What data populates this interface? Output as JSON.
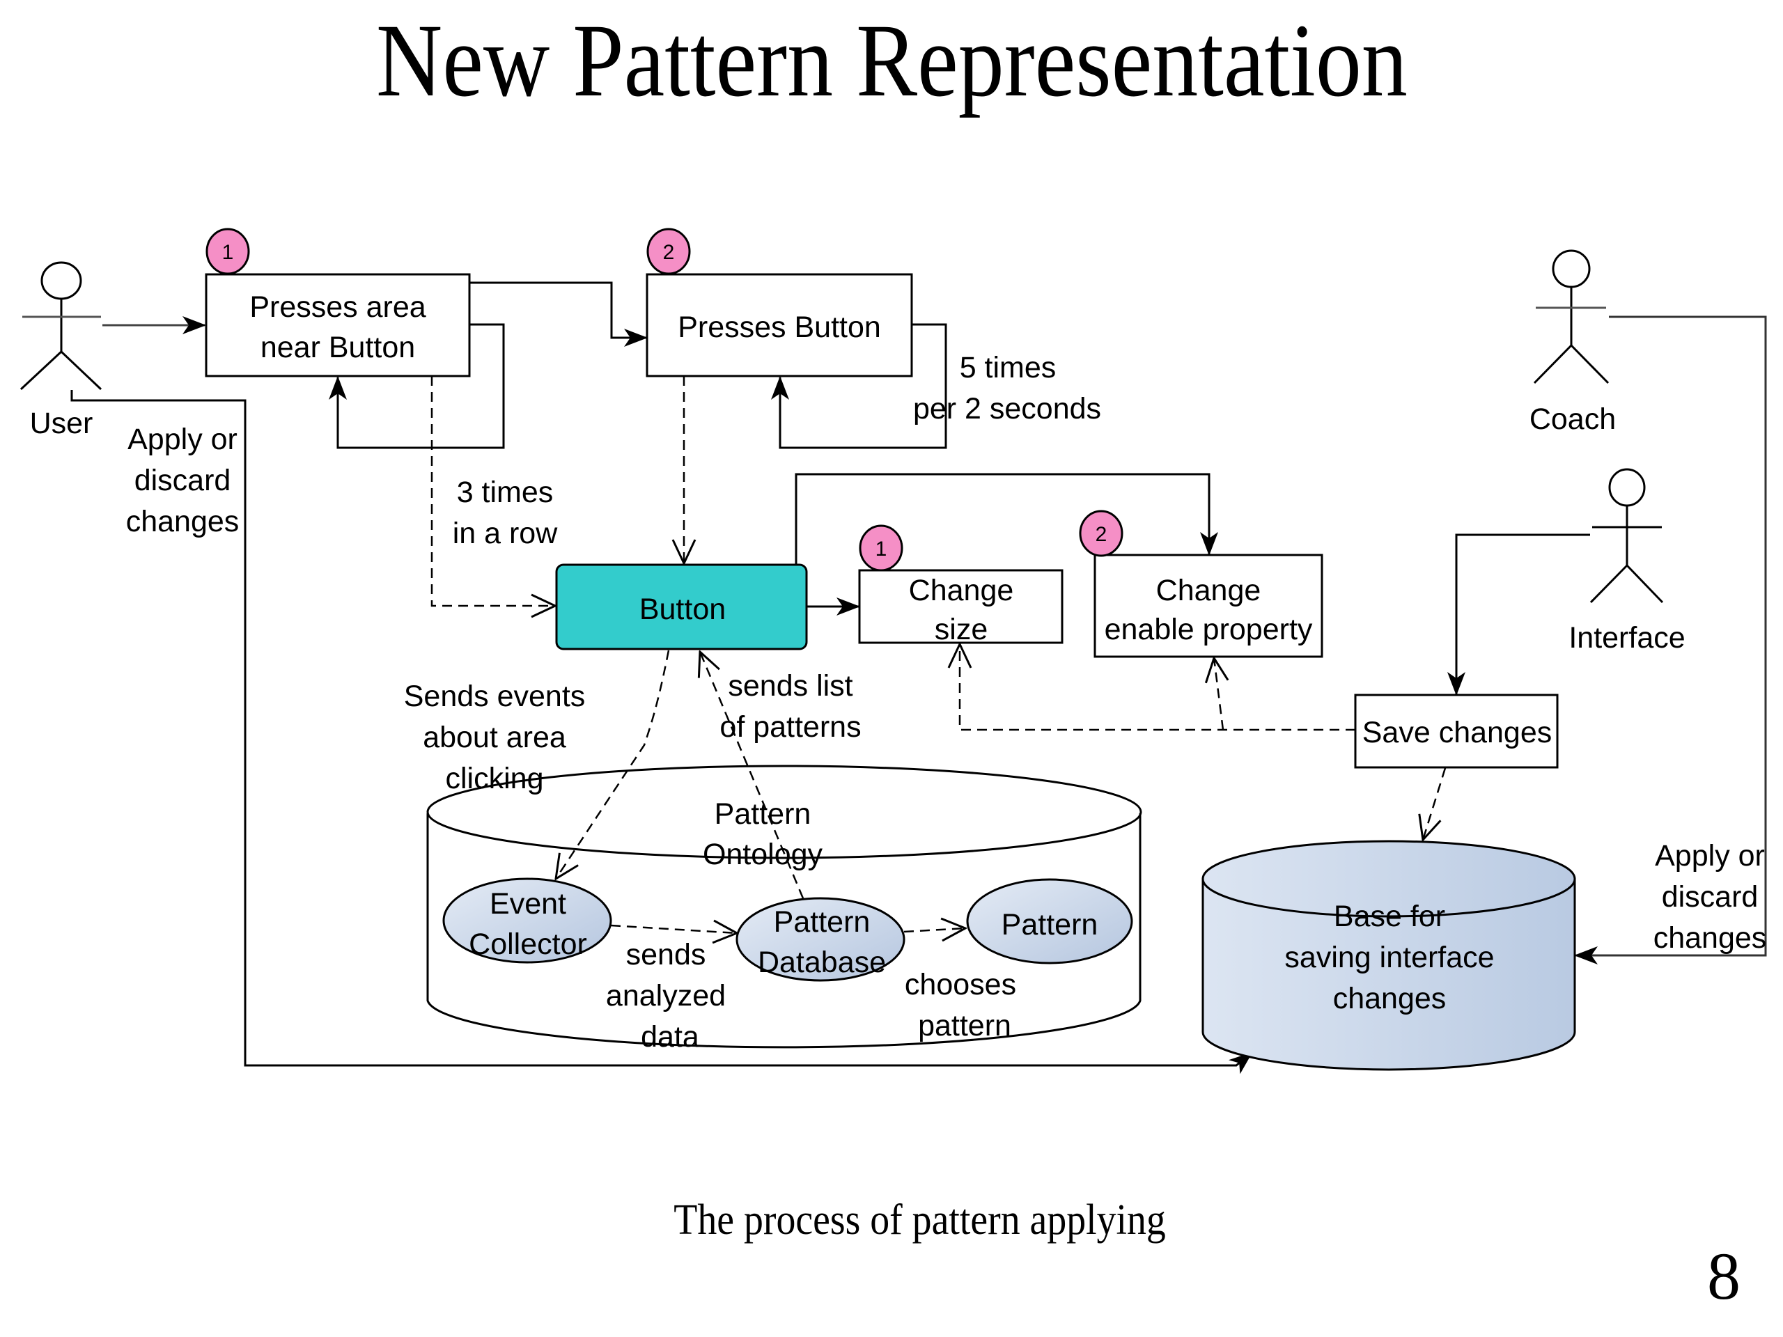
{
  "slide": {
    "title": "New Pattern Representation",
    "caption": "The process of pattern applying",
    "page_number": "8"
  },
  "colors": {
    "button_fill": "#33CCCC",
    "badge_fill": "#F58FC6",
    "ellipse_fill_light": "#DCE5F2",
    "ellipse_fill_dark": "#B9CAE2",
    "line": "#000000"
  },
  "actors": {
    "user": "User",
    "coach": "Coach",
    "interface": "Interface"
  },
  "boxes": {
    "presses_area": [
      "Presses area",
      "near Button"
    ],
    "presses_button": "Presses Button",
    "button": "Button",
    "change_size": [
      "Change",
      "size"
    ],
    "change_enable": [
      "Change",
      "enable property"
    ],
    "save_changes": "Save changes"
  },
  "badges": {
    "presses_area": "1",
    "presses_button": "2",
    "change_size": "1",
    "change_enable": "2"
  },
  "labels": {
    "three_times": [
      "3 times",
      "in a row"
    ],
    "five_times": [
      "5 times",
      "per 2 seconds"
    ],
    "apply_left": [
      "Apply or",
      "discard",
      "changes"
    ],
    "apply_right": [
      "Apply or",
      "discard",
      "changes"
    ],
    "sends_events": [
      "Sends events",
      "about area",
      "clicking"
    ],
    "sends_list": [
      "sends list",
      "of patterns"
    ],
    "sends_analyzed": [
      "sends",
      "analyzed",
      "data"
    ],
    "chooses_pattern": [
      "chooses",
      "pattern"
    ]
  },
  "ontology": {
    "title": [
      "Pattern",
      "Ontology"
    ],
    "event_collector": [
      "Event",
      "Collector"
    ],
    "pattern_database": [
      "Pattern",
      "Database"
    ],
    "pattern": "Pattern"
  },
  "base": {
    "label": [
      "Base for",
      "saving interface",
      "changes"
    ]
  }
}
